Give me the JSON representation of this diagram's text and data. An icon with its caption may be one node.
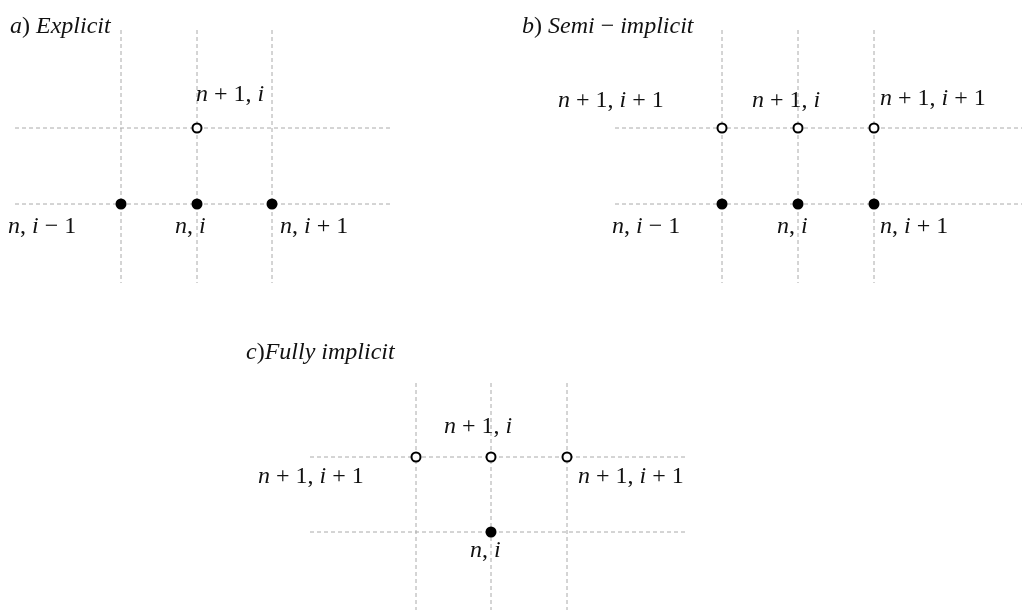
{
  "diagram": {
    "nodes": [
      {
        "text": [],
        "shape": "circle",
        "beside": [
          "*n* + 1, *i*"
        ]
      },
      {
        "text": [],
        "shape": "dot",
        "beside": [
          "*n*, *i* − 1"
        ]
      },
      {
        "text": [],
        "shape": "dot",
        "beside": [
          "*n*, *i*"
        ]
      },
      {
        "text": [],
        "shape": "dot",
        "beside": [
          "*n*, *i* + 1"
        ]
      },
      {
        "text": [],
        "shape": "circle",
        "beside": [
          "*n* + 1, *i* + 1"
        ]
      },
      {
        "text": [],
        "shape": "circle",
        "beside": [
          "*n* + 1, *i*"
        ]
      },
      {
        "text": [],
        "shape": "circle",
        "beside": [
          "*n* + 1, *i* + 1"
        ]
      },
      {
        "text": [],
        "shape": "dot",
        "beside": [
          "*n*, *i* − 1"
        ]
      },
      {
        "text": [],
        "shape": "dot",
        "beside": [
          "*n*, *i*"
        ]
      },
      {
        "text": [],
        "shape": "dot",
        "beside": [
          "*n*, *i* + 1"
        ]
      },
      {
        "text": [],
        "shape": "circle",
        "beside": [
          "*n* + 1, *i* + 1"
        ]
      },
      {
        "text": [],
        "shape": "circle",
        "beside": [
          "*n* + 1, *i*"
        ]
      },
      {
        "text": [],
        "shape": "circle",
        "beside": [
          "*n* + 1, *i* + 1"
        ]
      },
      {
        "text": [],
        "shape": "dot",
        "beside": [
          "*n*, *i*"
        ]
      }
    ],
    "edges": [],
    "labels": [
      "*a*) *Explicit*",
      "*b*) *Semi* − *implicit*",
      "*c*)*Fully implicit*"
    ]
  }
}
